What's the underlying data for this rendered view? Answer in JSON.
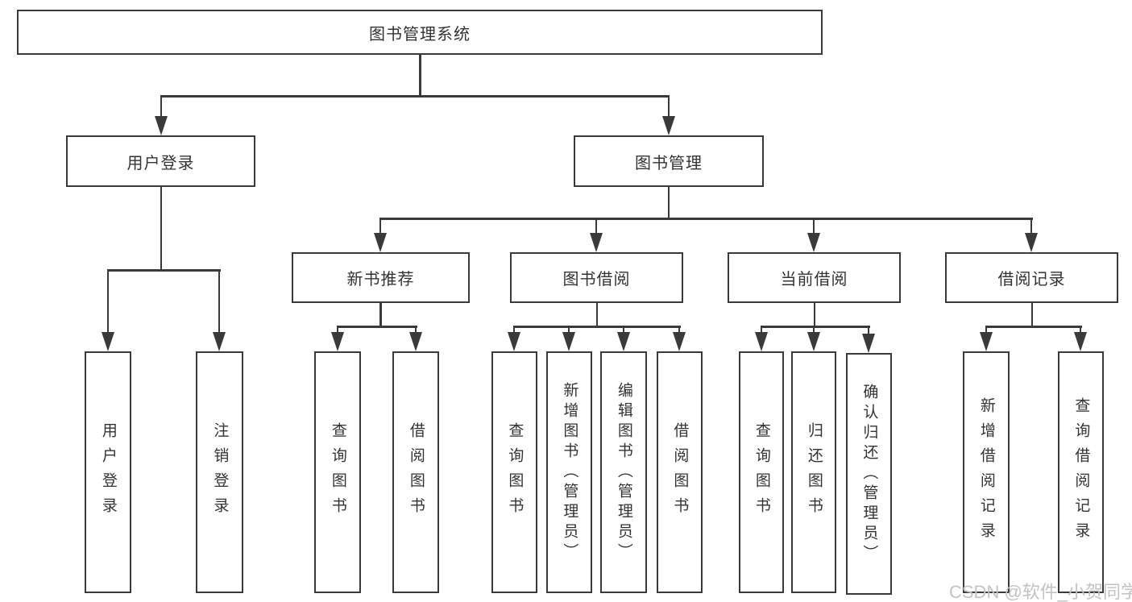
{
  "diagram": {
    "root": {
      "label": "图书管理系统"
    },
    "level2": [
      {
        "label": "用户登录"
      },
      {
        "label": "图书管理"
      }
    ],
    "level3": [
      {
        "label": "新书推荐"
      },
      {
        "label": "图书借阅"
      },
      {
        "label": "当前借阅"
      },
      {
        "label": "借阅记录"
      }
    ],
    "leaves": [
      {
        "label": "用户登录"
      },
      {
        "label": "注销登录"
      },
      {
        "label": "查询图书"
      },
      {
        "label": "借阅图书"
      },
      {
        "label": "查询图书"
      },
      {
        "label": "新增图书（管理员）"
      },
      {
        "label": "编辑图书（管理员）"
      },
      {
        "label": "借阅图书"
      },
      {
        "label": "查询图书"
      },
      {
        "label": "归还图书"
      },
      {
        "label": "确认归还（管理员）"
      },
      {
        "label": "新增借阅记录"
      },
      {
        "label": "查询借阅记录"
      }
    ],
    "watermark": "CSDN @软件_小贺同学",
    "colors": {
      "line": "#3a3a3a",
      "text": "#333333",
      "background": "#ffffff",
      "watermark": "#c3c3c3"
    }
  }
}
